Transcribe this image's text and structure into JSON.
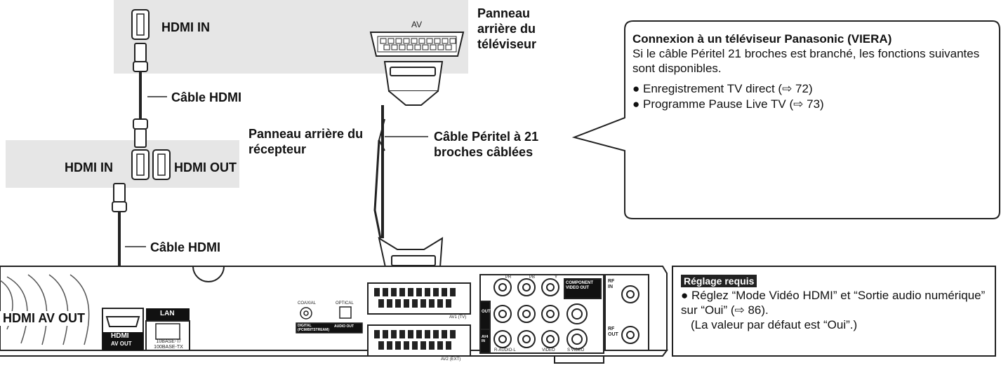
{
  "tv": {
    "panel_label": "Panneau arrière du téléviseur",
    "hdmi_in_label": "HDMI IN",
    "av_label": "AV"
  },
  "receiver": {
    "panel_label": "Panneau arrière du récepteur",
    "hdmi_in_label": "HDMI IN",
    "hdmi_out_label": "HDMI OUT"
  },
  "cables": {
    "hdmi_cable_top": "Câble HDMI",
    "hdmi_cable_bottom": "Câble HDMI",
    "scart_cable": "Câble Péritel à 21 broches câblées"
  },
  "recorder": {
    "hdmi_av_out_label": "HDMI AV OUT",
    "hdmi_logo_text": "HDMI",
    "hdmi_port_label": "AV OUT",
    "lan_label": "LAN",
    "lan_spec": "10BASE-T/ 100BASE-TX",
    "coaxial_label": "COAXIAL",
    "optical_label": "OPTICAL",
    "digital_label": "DIGITAL (PCM/BITSTREAM)",
    "audio_out_label": "AUDIO OUT",
    "av1_label": "AV1 (TV)",
    "av2_label": "AV2 (EXT)",
    "component_label": "COMPONENT VIDEO OUT",
    "pr_label": "PR",
    "pb_label": "PB",
    "y_label": "Y",
    "out_label": "OUT",
    "av4_label": "AV4 IN",
    "raudio_label": "R-AUDIO-L",
    "video_label": "VIDEO",
    "svideo_label": "S VIDEO",
    "rf_in_label": "RF IN",
    "rf_out_label": "RF OUT"
  },
  "callout": {
    "title": "Connexion à un téléviseur Panasonic (VIERA)",
    "body": "Si le câble Péritel 21 broches est branché, les fonctions suivantes sont disponibles.",
    "bullets": [
      "Enregistrement TV direct (⇨ 72)",
      "Programme Pause Live TV (⇨ 73)"
    ]
  },
  "requirement": {
    "heading": "Réglage requis",
    "line1": "Réglez “Mode Vidéo HDMI” et “Sortie audio numérique” sur “Oui” (⇨ 86).",
    "line2": "(La valeur par défaut est “Oui”.)"
  }
}
